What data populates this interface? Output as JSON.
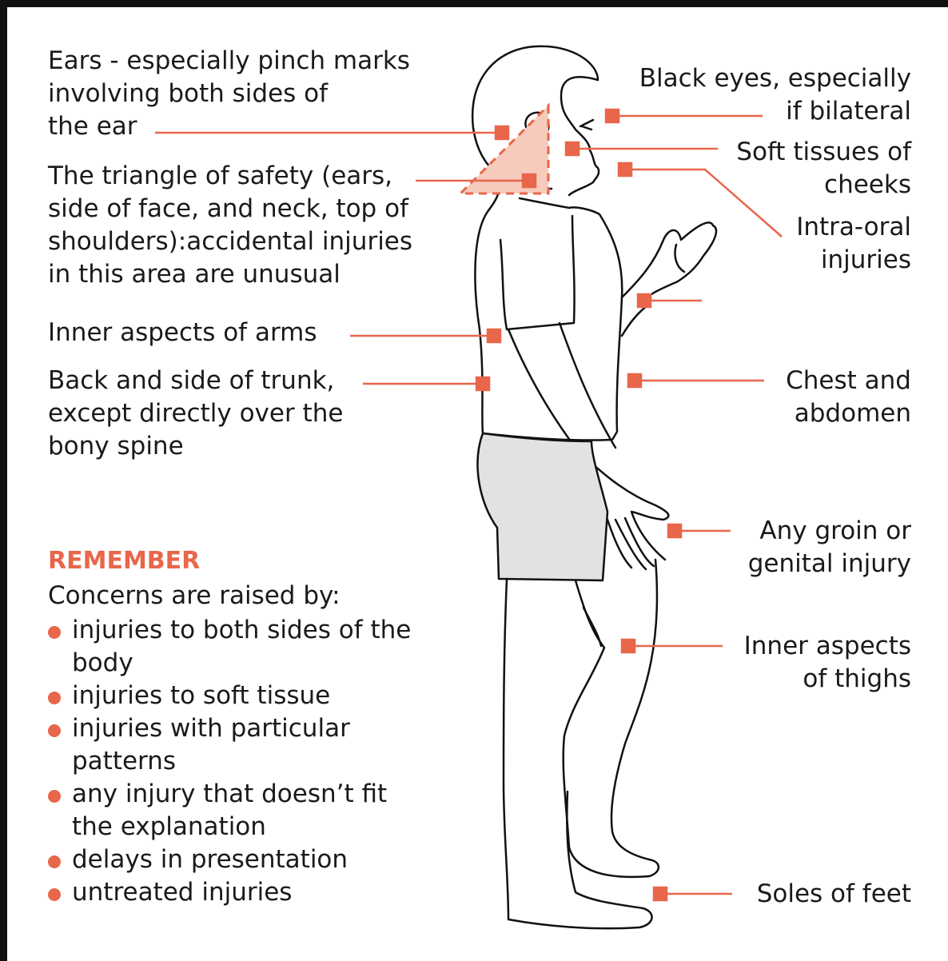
{
  "labels": {
    "ears": "Ears - especially pinch marks\ninvolving both sides of\nthe ear",
    "triangle": "The triangle of safety (ears,\nside of face, and neck, top of\nshoulders):accidental injuries\nin this area are unusual",
    "inner_arms": "Inner aspects of arms",
    "back_trunk": "Back and side of trunk,\nexcept directly over the\nbony spine",
    "black_eyes": "Black eyes, especially\nif bilateral",
    "cheeks": "Soft tissues of\ncheeks",
    "intra_oral": "Intra-oral\ninjuries",
    "chest": "Chest and\nabdomen",
    "groin": "Any groin or\ngenital injury",
    "thighs": "Inner aspects\nof thighs",
    "soles": "Soles of feet"
  },
  "remember": {
    "title": "REMEMBER",
    "intro": "Concerns are raised by:",
    "items": [
      "injuries to both sides of the body",
      "injuries to soft tissue",
      "injuries with particular patterns",
      "any injury that doesn’t fit the explanation",
      "delays in presentation",
      "untreated injuries"
    ]
  },
  "colors": {
    "accent": "#e8664a",
    "triangle_fill": "#f6cbbd",
    "shorts_fill": "#e2e2e2",
    "outline": "#111111"
  }
}
